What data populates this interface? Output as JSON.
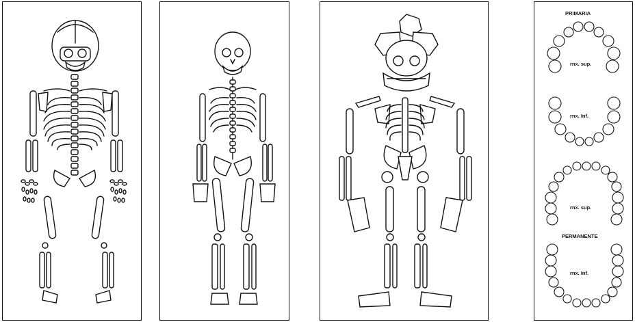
{
  "panels": [
    {
      "name": "skeleton-fetal"
    },
    {
      "name": "skeleton-infant"
    },
    {
      "name": "skeleton-disarticulated"
    },
    {
      "name": "dental-arches"
    }
  ],
  "dental": {
    "primary_title": "PRIMARIA",
    "permanent_title": "PERMANENTE",
    "primary_upper": "rnx. sup.",
    "primary_lower": "rnx. Inf.",
    "permanent_upper": "rnx. sup.",
    "permanent_lower": "rnx. Inf."
  }
}
